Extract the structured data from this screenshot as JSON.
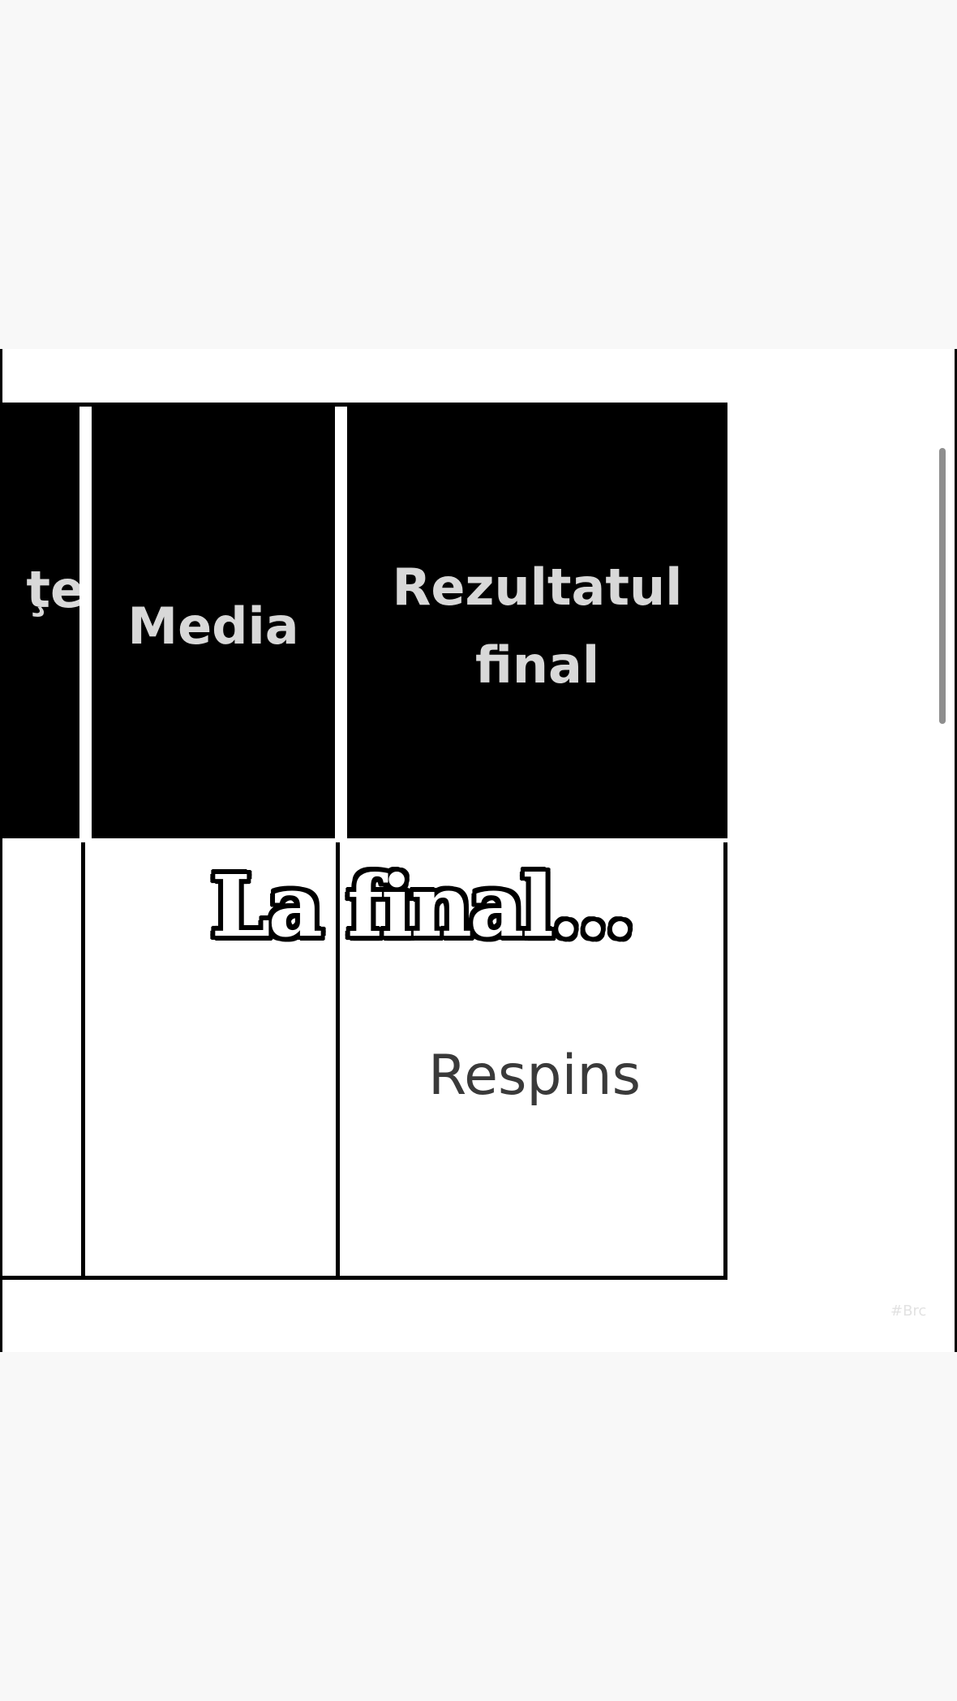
{
  "table": {
    "headers": [
      "ţe",
      "Media",
      "Rezultatul",
      "final"
    ],
    "result_value": "Respins"
  },
  "caption": "La final...",
  "watermark": "#Brc"
}
